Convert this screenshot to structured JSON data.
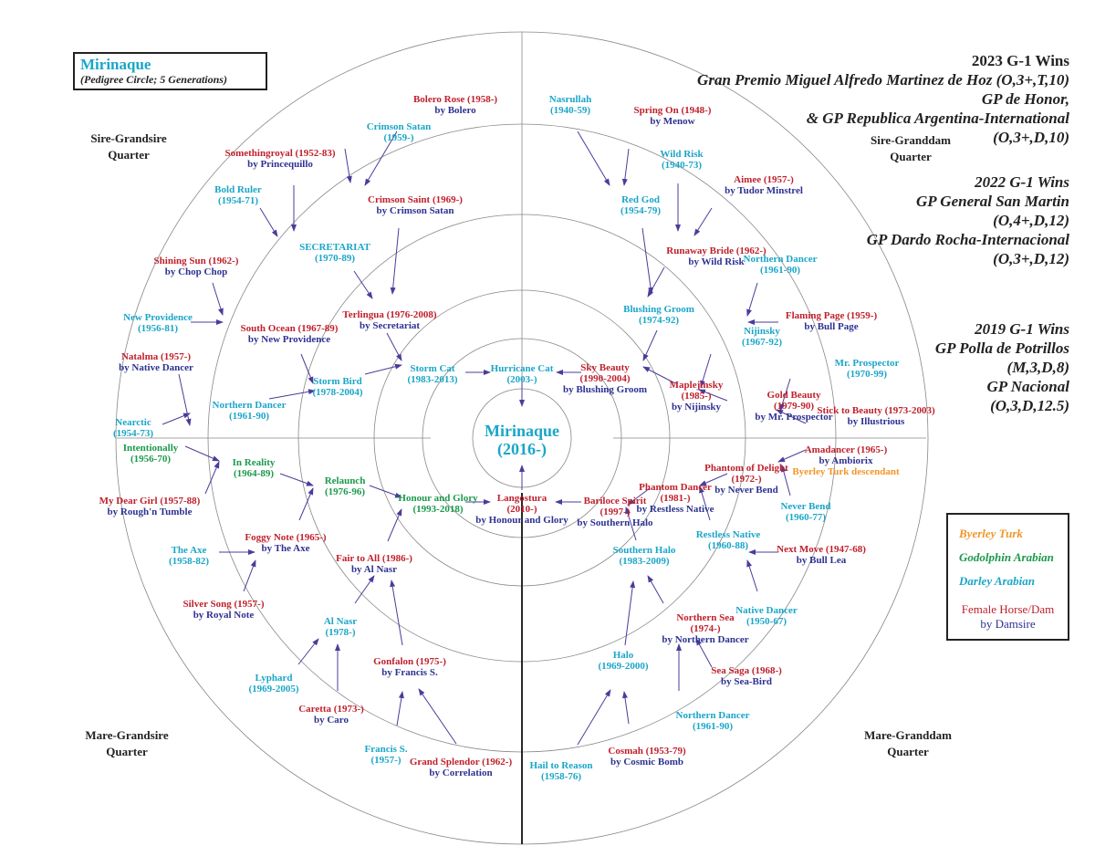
{
  "title": {
    "name": "Mirinaque",
    "subtitle": "(Pedigree Circle; 5 Generations)"
  },
  "quarters": {
    "sire_grandsire": [
      "Sire-Grandsire",
      "Quarter"
    ],
    "sire_granddam": [
      "Sire-Granddam",
      "Quarter"
    ],
    "mare_grandsire": [
      "Mare-Grandsire",
      "Quarter"
    ],
    "mare_granddam": [
      "Mare-Granddam",
      "Quarter"
    ]
  },
  "wins": [
    {
      "lines": [
        "2023 G-1 Wins",
        "Gran Premio Miguel Alfredo Martinez de Hoz (O,3+,T,10)",
        "GP de Honor,",
        "& GP Republica Argentina-International",
        "(O,3+,D,10)"
      ]
    },
    {
      "lines": [
        "2022 G-1 Wins",
        "GP General San Martin",
        "(O,4+,D,12)",
        "GP Dardo Rocha-Internacional",
        "(O,3+,D,12)"
      ]
    },
    {
      "lines": [
        "2019 G-1 Wins",
        "GP Polla de Potrillos",
        "(M,3,D,8)",
        "GP Nacional",
        "(O,3,D,12.5)"
      ]
    }
  ],
  "legend": {
    "byerley": "Byerley Turk",
    "godolphin": "Godolphin Arabian",
    "darley": "Darley Arabian",
    "female": "Female Horse/Dam",
    "damsire": "by Damsire"
  },
  "colors": {
    "darley": "#1aa6c8",
    "godolphin": "#1a9a4a",
    "dam": "#c0202c",
    "damsire": "#2e3192",
    "byerley": "#f0962a",
    "arrow": "#4b3c9a"
  },
  "horses": [
    {
      "type": "root",
      "lines": [
        "Mirinaque",
        "(2016-)"
      ]
    },
    {
      "type": "darley",
      "lines": [
        "Hurricane Cat",
        "(2003-)"
      ]
    },
    {
      "type": "darley",
      "lines": [
        "Storm Cat",
        "(1983-2013)"
      ]
    },
    {
      "type": "dam",
      "lines": [
        "Sky Beauty",
        "(1990-2004)",
        "by Blushing Groom"
      ]
    },
    {
      "type": "dam",
      "lines": [
        "Langostura",
        "(2010-)",
        "by Honour and Glory"
      ]
    },
    {
      "type": "godolphin",
      "lines": [
        "Honour and Glory",
        "(1993-2018)"
      ]
    },
    {
      "type": "dam",
      "lines": [
        "Bariloce Spirit",
        "(1997-)",
        "by Southern Halo"
      ]
    },
    {
      "type": "darley",
      "lines": [
        "Storm Bird",
        "(1978-2004)"
      ]
    },
    {
      "type": "dam",
      "lines": [
        "Terlingua (1976-2008)",
        "by Secretariat"
      ]
    },
    {
      "type": "darley",
      "lines": [
        "Blushing Groom",
        "(1974-92)"
      ]
    },
    {
      "type": "dam",
      "lines": [
        "Maplejinsky",
        "(1985-)",
        "by Nijinsky"
      ]
    },
    {
      "type": "godolphin",
      "lines": [
        "Relaunch",
        "(1976-96)"
      ]
    },
    {
      "type": "dam",
      "lines": [
        "Fair to All (1986-)",
        "by Al Nasr"
      ]
    },
    {
      "type": "dam",
      "lines": [
        "Phantom Dancer",
        "(1981-)",
        "by Restless Native"
      ]
    },
    {
      "type": "darley",
      "lines": [
        "Southern Halo",
        "(1983-2009)"
      ]
    },
    {
      "type": "darley",
      "lines": [
        "SECRETARIAT",
        "(1970-89)"
      ]
    },
    {
      "type": "dam",
      "lines": [
        "Crimson Saint (1969-)",
        "by Crimson Satan"
      ]
    },
    {
      "type": "dam",
      "lines": [
        "South Ocean (1967-89)",
        "by New Providence"
      ]
    },
    {
      "type": "darley",
      "lines": [
        "Northern Dancer",
        "(1961-90)"
      ]
    },
    {
      "type": "darley",
      "lines": [
        "Red God",
        "(1954-79)"
      ]
    },
    {
      "type": "dam",
      "lines": [
        "Runaway Bride (1962-)",
        "by Wild Risk"
      ]
    },
    {
      "type": "darley",
      "lines": [
        "Nijinsky",
        "(1967-92)"
      ]
    },
    {
      "type": "dam",
      "lines": [
        "Gold Beauty",
        "(1979-90)",
        "by Mr. Prospector"
      ]
    },
    {
      "type": "godolphin",
      "lines": [
        "In Reality",
        "(1964-89)"
      ]
    },
    {
      "type": "dam",
      "lines": [
        "Foggy Note (1965-)",
        "by The Axe"
      ]
    },
    {
      "type": "darley",
      "lines": [
        "Al Nasr",
        "(1978-)"
      ]
    },
    {
      "type": "dam",
      "lines": [
        "Gonfalon (1975-)",
        "by Francis S."
      ]
    },
    {
      "type": "dam",
      "lines": [
        "Phantom of Delight",
        "(1972-)",
        "by Never Bend"
      ]
    },
    {
      "type": "darley",
      "lines": [
        "Restless Native",
        "(1960-88)"
      ]
    },
    {
      "type": "dam",
      "lines": [
        "Northern Sea",
        "(1974-)",
        "by Northern Dancer"
      ]
    },
    {
      "type": "darley",
      "lines": [
        "Halo",
        "(1969-2000)"
      ]
    },
    {
      "type": "dam",
      "lines": [
        "Bolero Rose (1958-)",
        "by Bolero"
      ]
    },
    {
      "type": "darley",
      "lines": [
        "Crimson Satan",
        "(1959-)"
      ]
    },
    {
      "type": "dam",
      "lines": [
        "Somethingroyal (1952-83)",
        "by Princequillo"
      ]
    },
    {
      "type": "darley",
      "lines": [
        "Bold Ruler",
        "(1954-71)"
      ]
    },
    {
      "type": "dam",
      "lines": [
        "Shining Sun (1962-)",
        "by Chop Chop"
      ]
    },
    {
      "type": "darley",
      "lines": [
        "New Providence",
        "(1956-81)"
      ]
    },
    {
      "type": "dam",
      "lines": [
        "Natalma (1957-)",
        "by Native Dancer"
      ]
    },
    {
      "type": "darley",
      "lines": [
        "Nearctic",
        "(1954-73)"
      ]
    },
    {
      "type": "darley",
      "lines": [
        "Nasrullah",
        "(1940-59)"
      ]
    },
    {
      "type": "dam",
      "lines": [
        "Spring On (1948-)",
        "by Menow"
      ]
    },
    {
      "type": "darley",
      "lines": [
        "Wild Risk",
        "(1940-73)"
      ]
    },
    {
      "type": "dam",
      "lines": [
        "Aimee (1957-)",
        "by Tudor Minstrel"
      ]
    },
    {
      "type": "darley",
      "lines": [
        "Northern Dancer",
        "(1961-90)"
      ]
    },
    {
      "type": "dam",
      "lines": [
        "Flaming Page (1959-)",
        "by Bull Page"
      ]
    },
    {
      "type": "darley",
      "lines": [
        "Mr. Prospector",
        "(1970-99)"
      ]
    },
    {
      "type": "dam",
      "lines": [
        "Stick to Beauty (1973-2003)",
        "by Illustrious"
      ]
    },
    {
      "type": "godolphin",
      "lines": [
        "Intentionally",
        "(1956-70)"
      ]
    },
    {
      "type": "dam",
      "lines": [
        "My Dear Girl (1957-88)",
        "by Rough'n Tumble"
      ]
    },
    {
      "type": "darley",
      "lines": [
        "The Axe",
        "(1958-82)"
      ]
    },
    {
      "type": "dam",
      "lines": [
        "Silver Song (1957-)",
        "by Royal Note"
      ]
    },
    {
      "type": "darley",
      "lines": [
        "Lyphard",
        "(1969-2005)"
      ]
    },
    {
      "type": "dam",
      "lines": [
        "Caretta (1973-)",
        "by Caro"
      ]
    },
    {
      "type": "darley",
      "lines": [
        "Francis S.",
        "(1957-)"
      ]
    },
    {
      "type": "dam",
      "lines": [
        "Grand Splendor (1962-)",
        "by Correlation"
      ]
    },
    {
      "type": "dam_byerley",
      "lines": [
        "Amadancer (1965-)",
        "by Ambiorix",
        "Byerley Turk descendant"
      ]
    },
    {
      "type": "darley",
      "lines": [
        "Never Bend",
        "(1960-77)"
      ]
    },
    {
      "type": "dam",
      "lines": [
        "Next Move (1947-68)",
        "by Bull Lea"
      ]
    },
    {
      "type": "darley",
      "lines": [
        "Native Dancer",
        "(1950-67)"
      ]
    },
    {
      "type": "dam",
      "lines": [
        "Sea Saga (1968-)",
        "by Sea-Bird"
      ]
    },
    {
      "type": "darley",
      "lines": [
        "Northern Dancer",
        "(1961-90)"
      ]
    },
    {
      "type": "dam",
      "lines": [
        "Cosmah (1953-79)",
        "by Cosmic Bomb"
      ]
    },
    {
      "type": "darley",
      "lines": [
        "Hail to Reason",
        "(1958-76)"
      ]
    }
  ]
}
